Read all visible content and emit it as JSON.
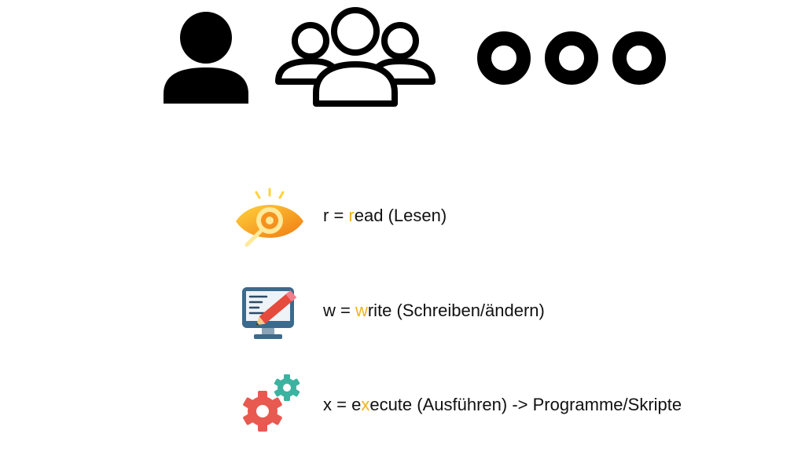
{
  "colors": {
    "highlight": "#f2b319",
    "text": "#111111",
    "background": "#ffffff"
  },
  "top_icons": [
    "user-icon",
    "group-icon",
    "others-icon"
  ],
  "permissions": [
    {
      "icon": "eye-icon",
      "letter": "r",
      "equals": " = ",
      "word_highlight": "r",
      "word_rest": "ead",
      "description": " (Lesen)"
    },
    {
      "icon": "monitor-edit-icon",
      "letter": "w",
      "equals": " = ",
      "word_highlight": "w",
      "word_rest": "rite",
      "description": " (Schreiben/ändern)"
    },
    {
      "icon": "gears-icon",
      "letter": "x",
      "equals": " = ",
      "word_prefix": "e",
      "word_highlight": "x",
      "word_rest": "ecute",
      "description": " (Ausführen) -> Programme/Skripte"
    }
  ]
}
